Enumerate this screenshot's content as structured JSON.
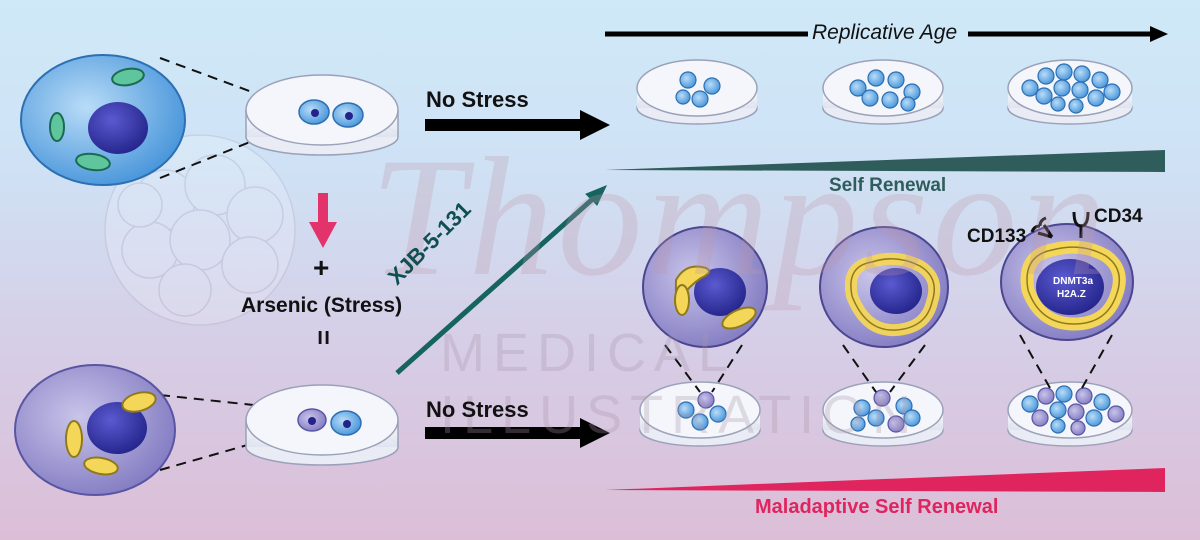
{
  "watermark": {
    "main": "Thompson",
    "sub": "MEDICAL ILLUSTRATION"
  },
  "top_axis": {
    "label": "Replicative Age"
  },
  "labels": {
    "no_stress_top": "No Stress",
    "no_stress_bottom": "No Stress",
    "plus": "+",
    "arsenic": "Arsenic (Stress)",
    "equals": "=",
    "xjb": "XJB-5-131",
    "self_renewal": "Self Renewal",
    "maladaptive": "Maladaptive Self Renewal",
    "cd133": "CD133",
    "cd34": "CD34",
    "dnmt3a": "DNMT3a",
    "h2az": "H2A.Z"
  },
  "colors": {
    "self_renewal": "#2f5d5b",
    "maladaptive": "#e0245e",
    "stress_arrow": "#e2346a",
    "xjb_arrow": "#166460",
    "healthy_cell": "#4f9be0",
    "stressed_cell": "#8a87c8",
    "mito_healthy": "#2e9a78",
    "mito_stressed": "#f2d04a",
    "nucleus": "#3b3aa8"
  }
}
